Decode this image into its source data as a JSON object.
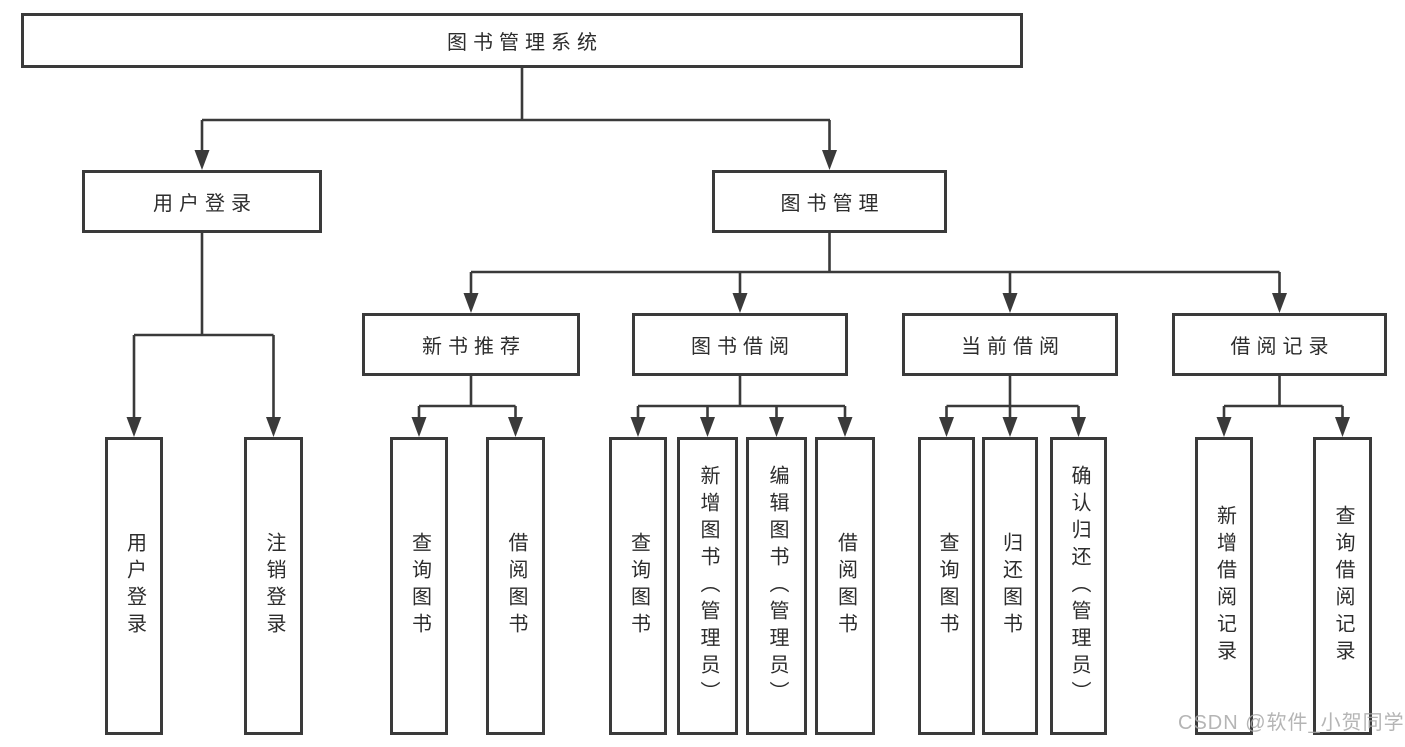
{
  "colors": {
    "background": "#ffffff",
    "line": "#3a3a3a",
    "box_border": "#3a3a3a",
    "text": "#2d2d2d",
    "watermark": "#a8a8a8"
  },
  "diagram": {
    "root": {
      "label": "图书管理系统"
    },
    "level2": [
      {
        "label": "用户登录"
      },
      {
        "label": "图书管理"
      }
    ],
    "level3": [
      {
        "label": "新书推荐"
      },
      {
        "label": "图书借阅"
      },
      {
        "label": "当前借阅"
      },
      {
        "label": "借阅记录"
      }
    ],
    "leaves": {
      "user_login": [
        "用户登录",
        "注销登录"
      ],
      "new_books": [
        "查询图书",
        "借阅图书"
      ],
      "book_borrow": [
        "查询图书",
        "新增图书（管理员）",
        "编辑图书（管理员）",
        "借阅图书"
      ],
      "current_borrow": [
        "查询图书",
        "归还图书",
        "确认归还（管理员）"
      ],
      "borrow_records": [
        "新增借阅记录",
        "查询借阅记录"
      ]
    }
  },
  "watermark": {
    "text": "CSDN @软件_小贺同学"
  }
}
